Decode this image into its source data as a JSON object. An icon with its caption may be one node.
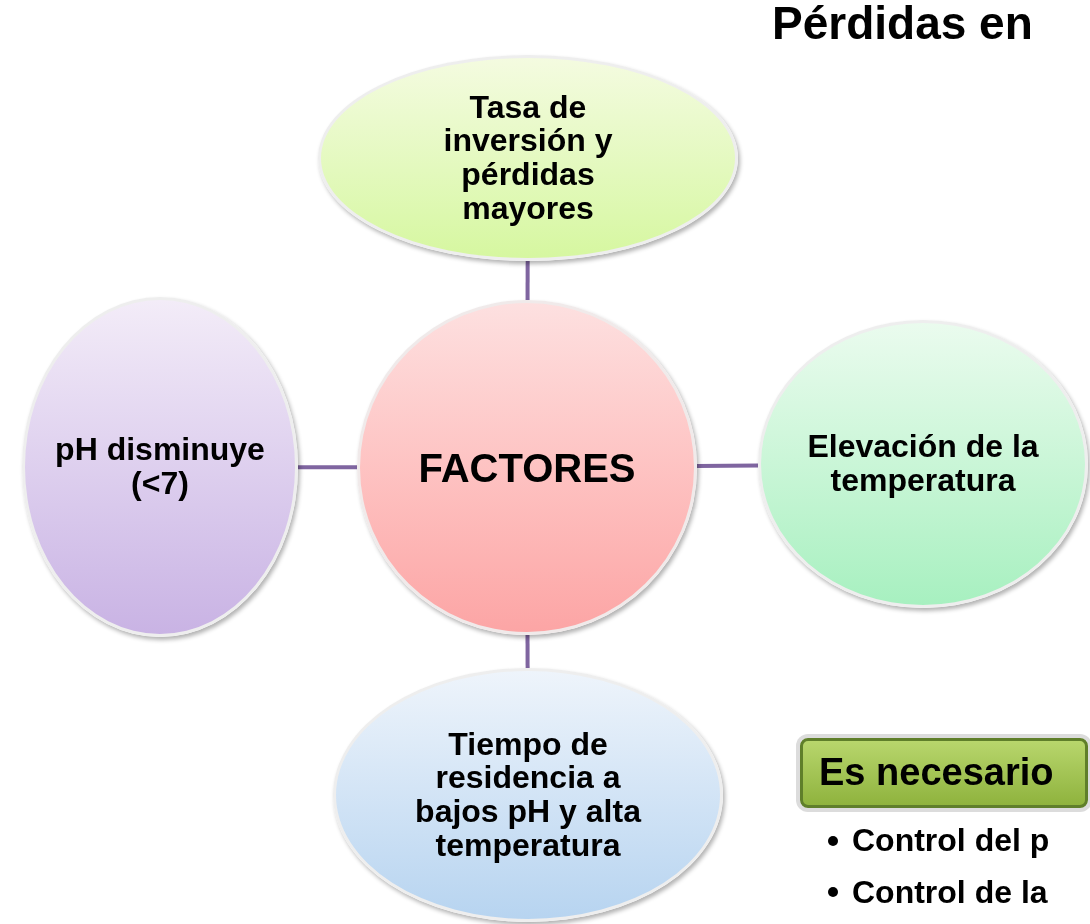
{
  "diagram": {
    "title": "Pérdidas en",
    "nodes": [
      {
        "text": [
          "FACTORES"
        ]
      },
      {
        "text": [
          "Tasa de inversión y pérdidas mayores"
        ]
      },
      {
        "text": [
          "Elevación de la temperatura"
        ]
      },
      {
        "text": [
          "Tiempo de residencia a bajos pH y alta temperatura"
        ]
      },
      {
        "text": [
          "pH disminuye (<7)"
        ]
      },
      {
        "text": [
          "Es necesario"
        ]
      }
    ],
    "edges": [
      {
        "from": 0,
        "to": 1,
        "arrow": "none"
      },
      {
        "from": 0,
        "to": 2,
        "arrow": "none"
      },
      {
        "from": 0,
        "to": 3,
        "arrow": "none"
      },
      {
        "from": 0,
        "to": 4,
        "arrow": "none"
      }
    ],
    "labels": [
      "Control del p",
      "Control de la"
    ]
  }
}
